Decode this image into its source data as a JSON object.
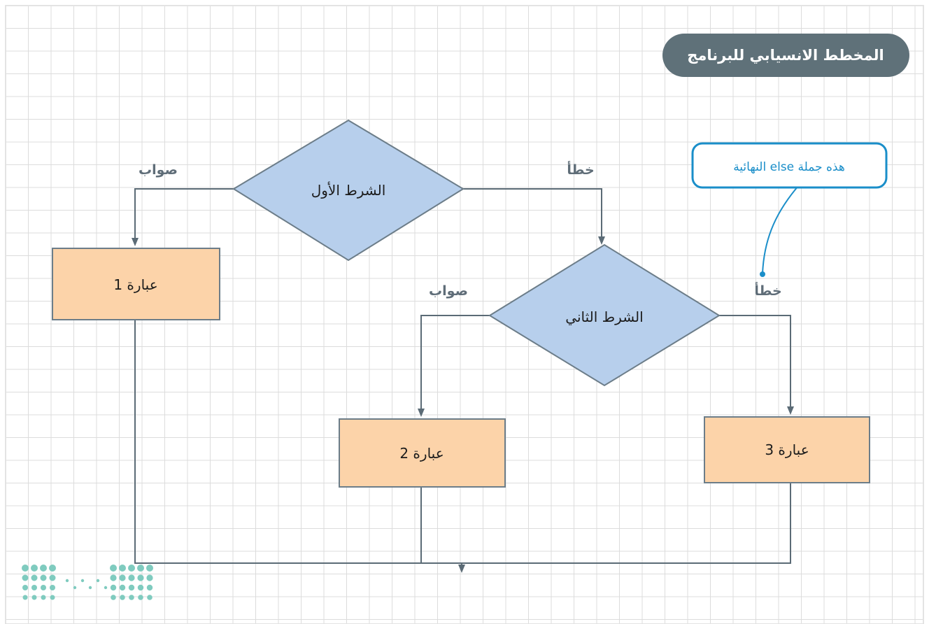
{
  "title": "المخطط الانسيابي للبرنامج",
  "callout": "هذه جملة else النهائية",
  "decisions": {
    "first": "الشرط الأول",
    "second": "الشرط الثاني"
  },
  "branches": {
    "first_true": "صواب",
    "first_false": "خطأ",
    "second_true": "صواب",
    "second_false": "خطأ"
  },
  "statements": {
    "s1": "عبارة 1",
    "s2": "عبارة 2",
    "s3": "عبارة 3"
  },
  "colors": {
    "grid_line": "#dcdcdc",
    "grid_bg": "#f4f4f4",
    "border": "#e6e6e6",
    "connector": "#5b6b76",
    "decision_fill": "#b7cfec",
    "decision_stroke": "#6c7d89",
    "process_fill": "#fcd3a9",
    "process_stroke": "#6c7d89",
    "title_bg": "#5f7179",
    "title_text": "#ffffff",
    "callout_stroke": "#1a8ec9",
    "callout_text": "#1a8ec9",
    "branch_text": "#5f6d78",
    "logo_color": "#7fcbbf"
  }
}
